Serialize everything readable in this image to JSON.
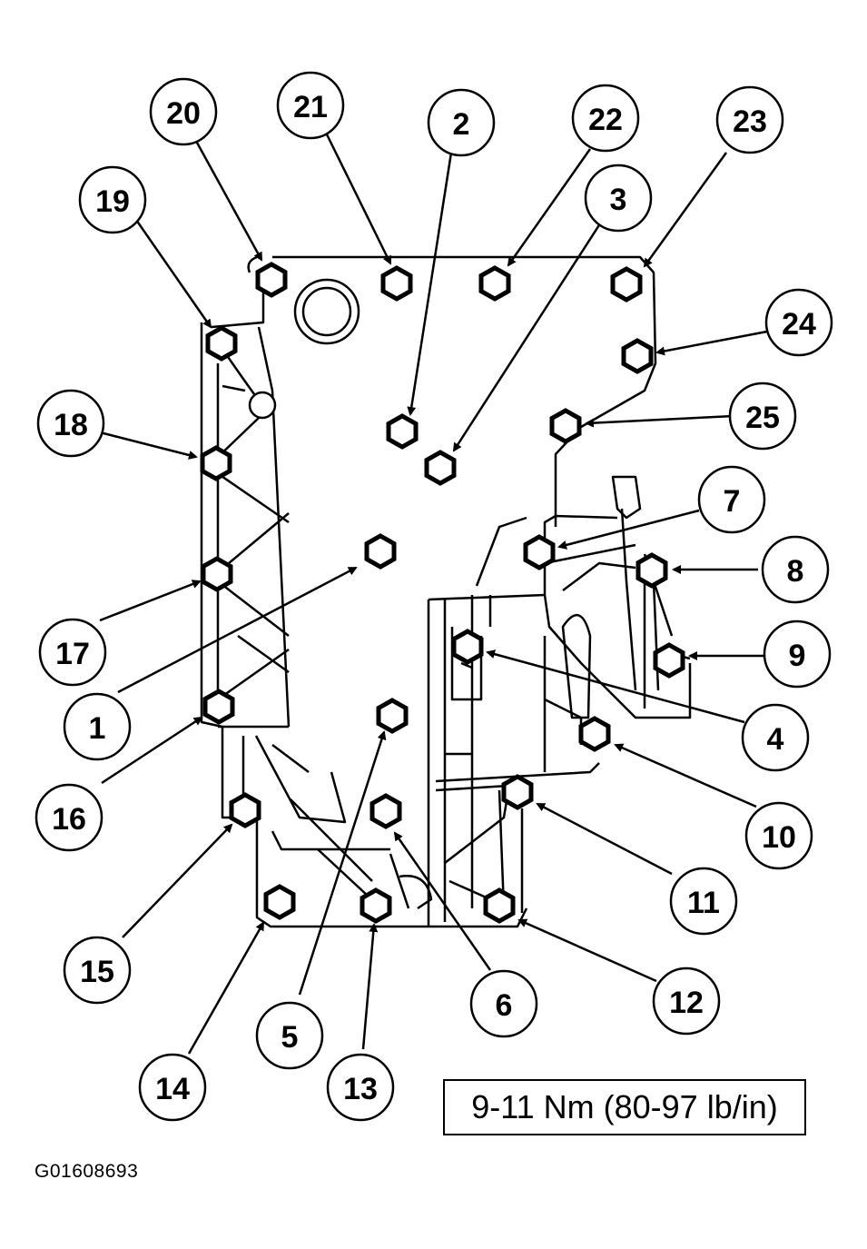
{
  "torque_spec": "9-11 Nm (80-97 lb/in)",
  "figure_id": "G01608693",
  "callouts": [
    "1",
    "2",
    "3",
    "4",
    "5",
    "6",
    "7",
    "8",
    "9",
    "10",
    "11",
    "12",
    "13",
    "14",
    "15",
    "16",
    "17",
    "18",
    "19",
    "20",
    "21",
    "22",
    "23",
    "24",
    "25"
  ]
}
